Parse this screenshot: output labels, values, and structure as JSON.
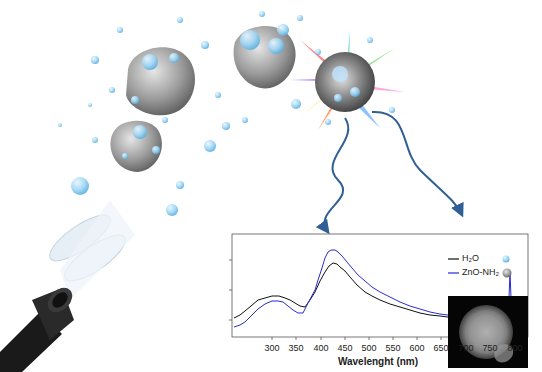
{
  "diagram": {
    "labels": [
      "300",
      "350",
      "400",
      "450",
      "500",
      "550",
      "600",
      "650",
      "700",
      "750",
      "800",
      "Wavelenght (nm)"
    ],
    "legend": [
      {
        "text": "H₂O"
      },
      {
        "text": "ZnO-NH₂"
      }
    ]
  }
}
